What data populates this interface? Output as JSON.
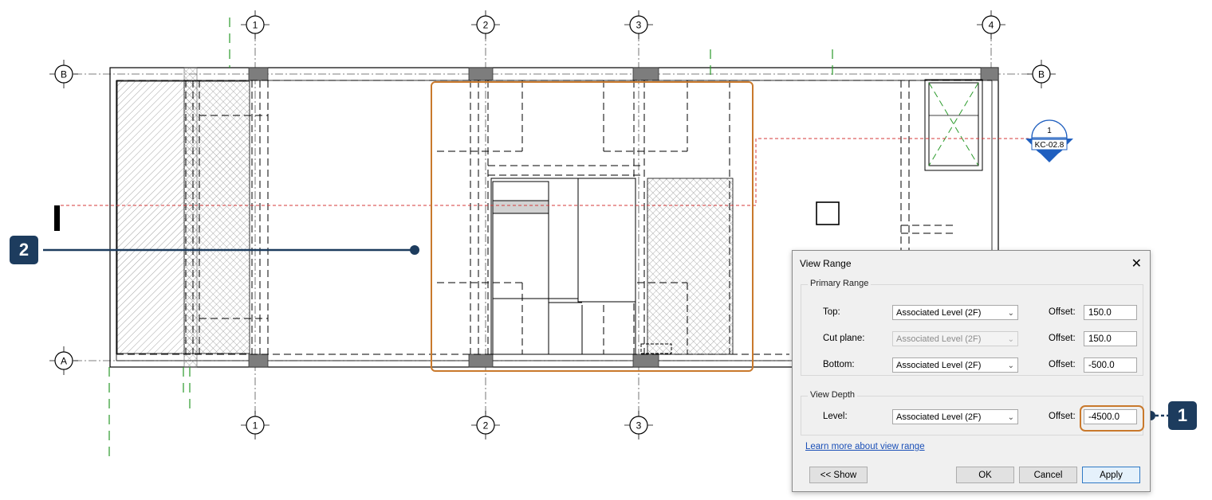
{
  "grid": {
    "columns": [
      "1",
      "2",
      "3",
      "4"
    ],
    "rows": [
      "B",
      "A"
    ]
  },
  "section_tag": {
    "number": "1",
    "sheet": "KC-02.8"
  },
  "callouts": {
    "callout_1": "1",
    "callout_2": "2"
  },
  "dialog": {
    "title": "View Range",
    "close_glyph": "✕",
    "primary_range": {
      "label": "Primary Range",
      "rows": [
        {
          "label": "Top:",
          "level": "Associated Level (2F)",
          "offset_label": "Offset:",
          "offset": "150.0",
          "disabled": false
        },
        {
          "label": "Cut plane:",
          "level": "Associated Level (2F)",
          "offset_label": "Offset:",
          "offset": "150.0",
          "disabled": true
        },
        {
          "label": "Bottom:",
          "level": "Associated Level (2F)",
          "offset_label": "Offset:",
          "offset": "-500.0",
          "disabled": false
        }
      ]
    },
    "view_depth": {
      "label": "View Depth",
      "row": {
        "label": "Level:",
        "level": "Associated Level (2F)",
        "offset_label": "Offset:",
        "offset": "-4500.0"
      }
    },
    "link": "Learn more about view range",
    "buttons": {
      "show": "<< Show",
      "ok": "OK",
      "cancel": "Cancel",
      "apply": "Apply"
    }
  },
  "colors": {
    "highlight": "#c9792c",
    "callout": "#1d3c5e",
    "section_blue": "#1f5fbf",
    "green_line": "#2a9a2a",
    "red_line": "#d43a3a"
  }
}
